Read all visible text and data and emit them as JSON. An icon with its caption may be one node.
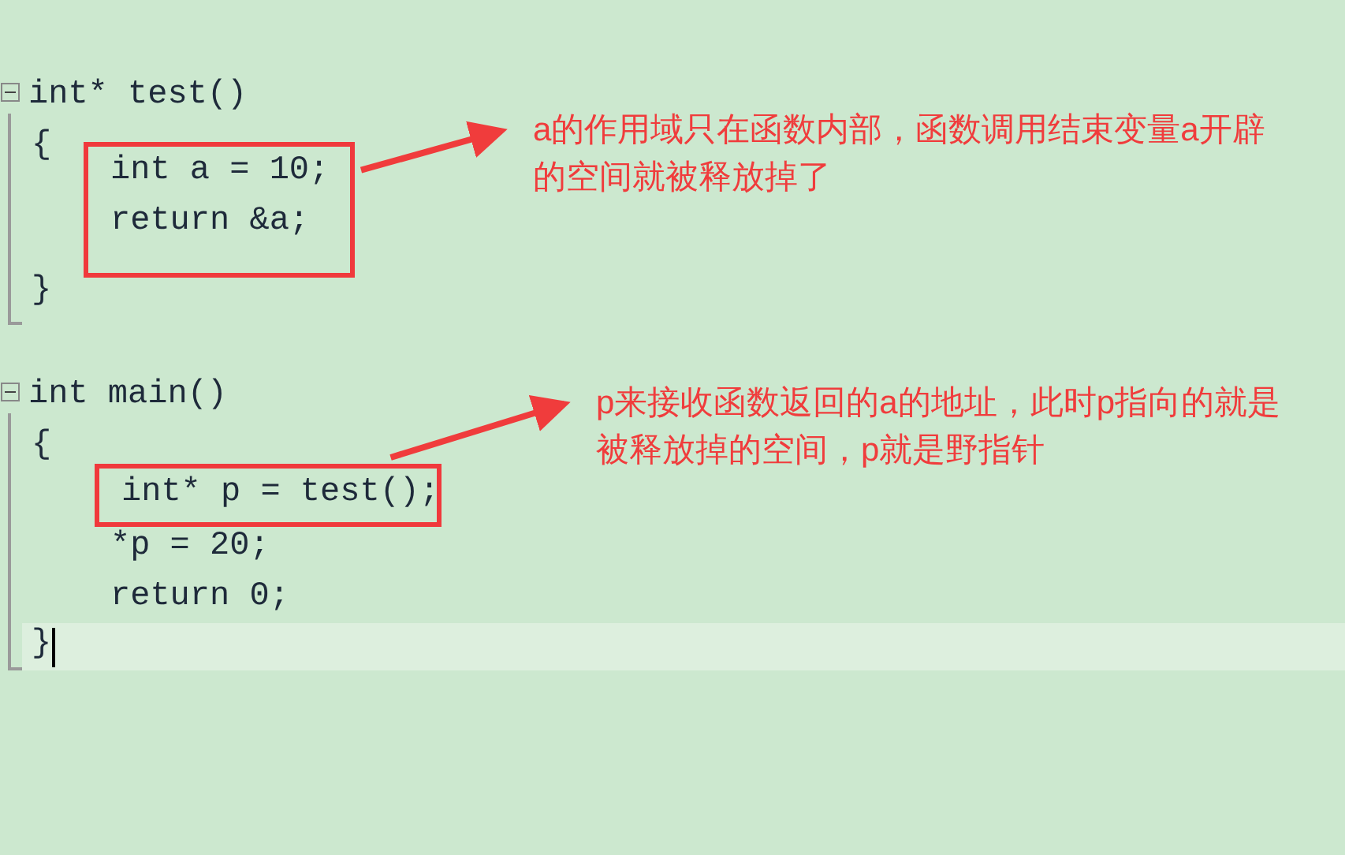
{
  "diagram": {
    "nodes": [
      {
        "text": [
          "int a = 10;",
          "return &a;"
        ]
      },
      {
        "text": [
          "a的作用域只在函数内部，函数调用结束变量a开辟的空间就被释放掉了"
        ]
      },
      {
        "text": [
          "int* p = test();"
        ]
      },
      {
        "text": [
          "p来接收函数返回的a的地址，此时p指向的就是被释放掉的空间，p就是野指针"
        ]
      }
    ],
    "edges": [
      {
        "from": 0,
        "to": 1,
        "arrow": "to"
      },
      {
        "from": 2,
        "to": 3,
        "arrow": "to"
      }
    ],
    "labels": [
      "int* test()",
      "{",
      "}",
      "int main()",
      "{",
      "*p = 20;",
      "return 0;",
      "}"
    ]
  }
}
